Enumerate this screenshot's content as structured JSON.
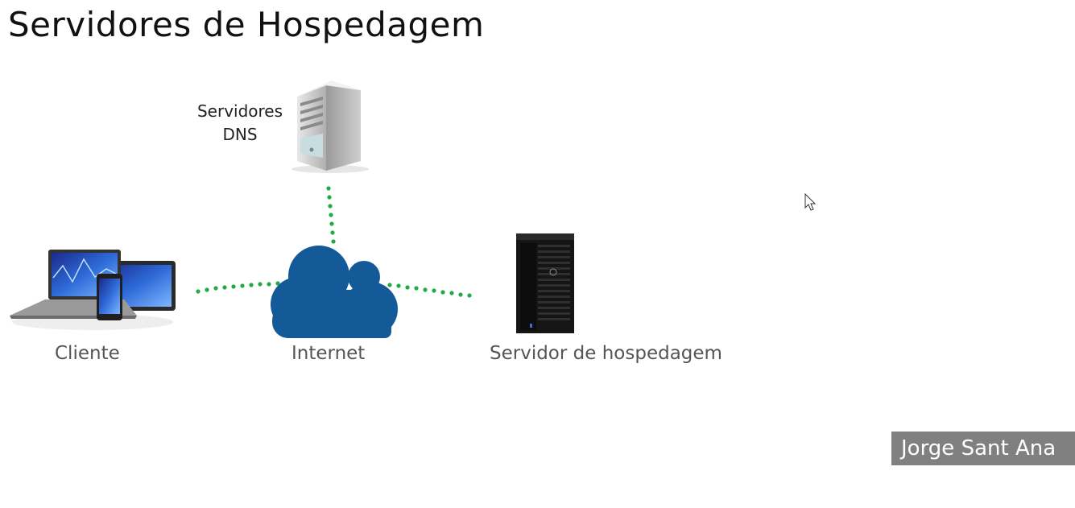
{
  "title": "Servidores de Hospedagem",
  "nodes": {
    "dns": {
      "label_line1": "Servidores",
      "label_line2": "DNS",
      "icon": "server-tower-icon"
    },
    "client": {
      "label": "Cliente",
      "icon": "devices-icon"
    },
    "internet": {
      "label": "Internet",
      "icon": "cloud-icon"
    },
    "host": {
      "label": "Servidor de hospedagem",
      "icon": "server-tower-icon"
    }
  },
  "presenter": "Jorge Sant Ana",
  "colors": {
    "connector": "#22aa44",
    "cloud": "#145a99",
    "presenter_bg": "#808080"
  }
}
